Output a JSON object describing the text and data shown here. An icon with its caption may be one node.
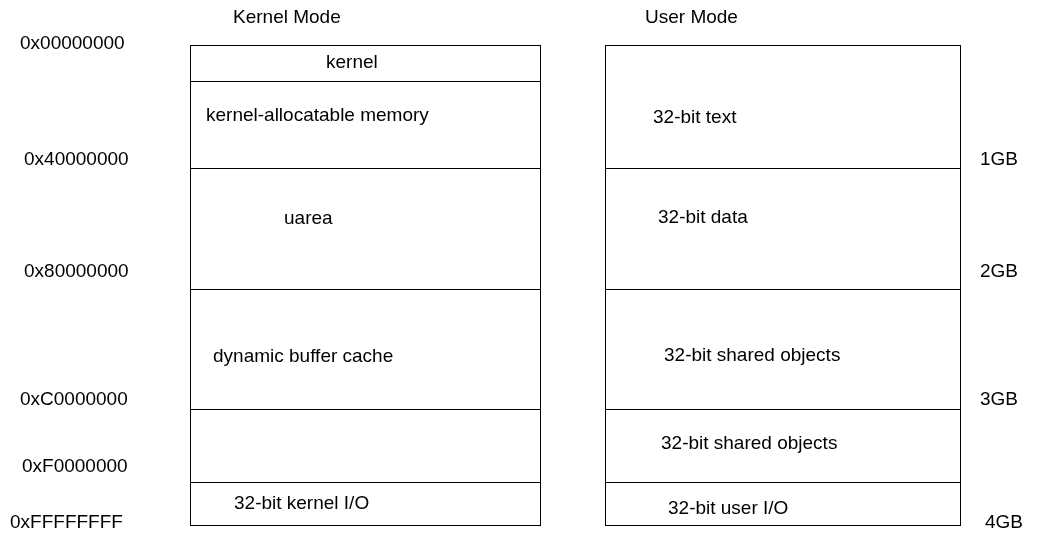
{
  "diagram": {
    "nodes": [
      {
        "text": [
          "Kernel Mode"
        ]
      },
      {
        "text": [
          "kernel"
        ],
        "in": 0
      },
      {
        "text": [
          "kernel-allocatable memory"
        ],
        "in": 0
      },
      {
        "text": [
          "uarea"
        ],
        "in": 0
      },
      {
        "text": [
          "dynamic buffer cache"
        ],
        "in": 0
      },
      {
        "text": [],
        "shape": "box",
        "in": 0
      },
      {
        "text": [
          "32-bit kernel I/O"
        ],
        "in": 0
      },
      {
        "text": [
          "User Mode"
        ]
      },
      {
        "text": [
          "32-bit text"
        ],
        "in": 7
      },
      {
        "text": [
          "32-bit data"
        ],
        "in": 7
      },
      {
        "text": [
          "32-bit shared objects"
        ],
        "in": 7
      },
      {
        "text": [
          "32-bit shared objects"
        ],
        "in": 7
      },
      {
        "text": [
          "32-bit user I/O"
        ],
        "in": 7
      }
    ],
    "edges": [],
    "labels": [
      "0x00000000",
      "0x40000000",
      "1GB",
      "0x80000000",
      "2GB",
      "0xC0000000",
      "3GB",
      "0xF0000000",
      "0xFFFFFFFF",
      "4GB"
    ]
  }
}
